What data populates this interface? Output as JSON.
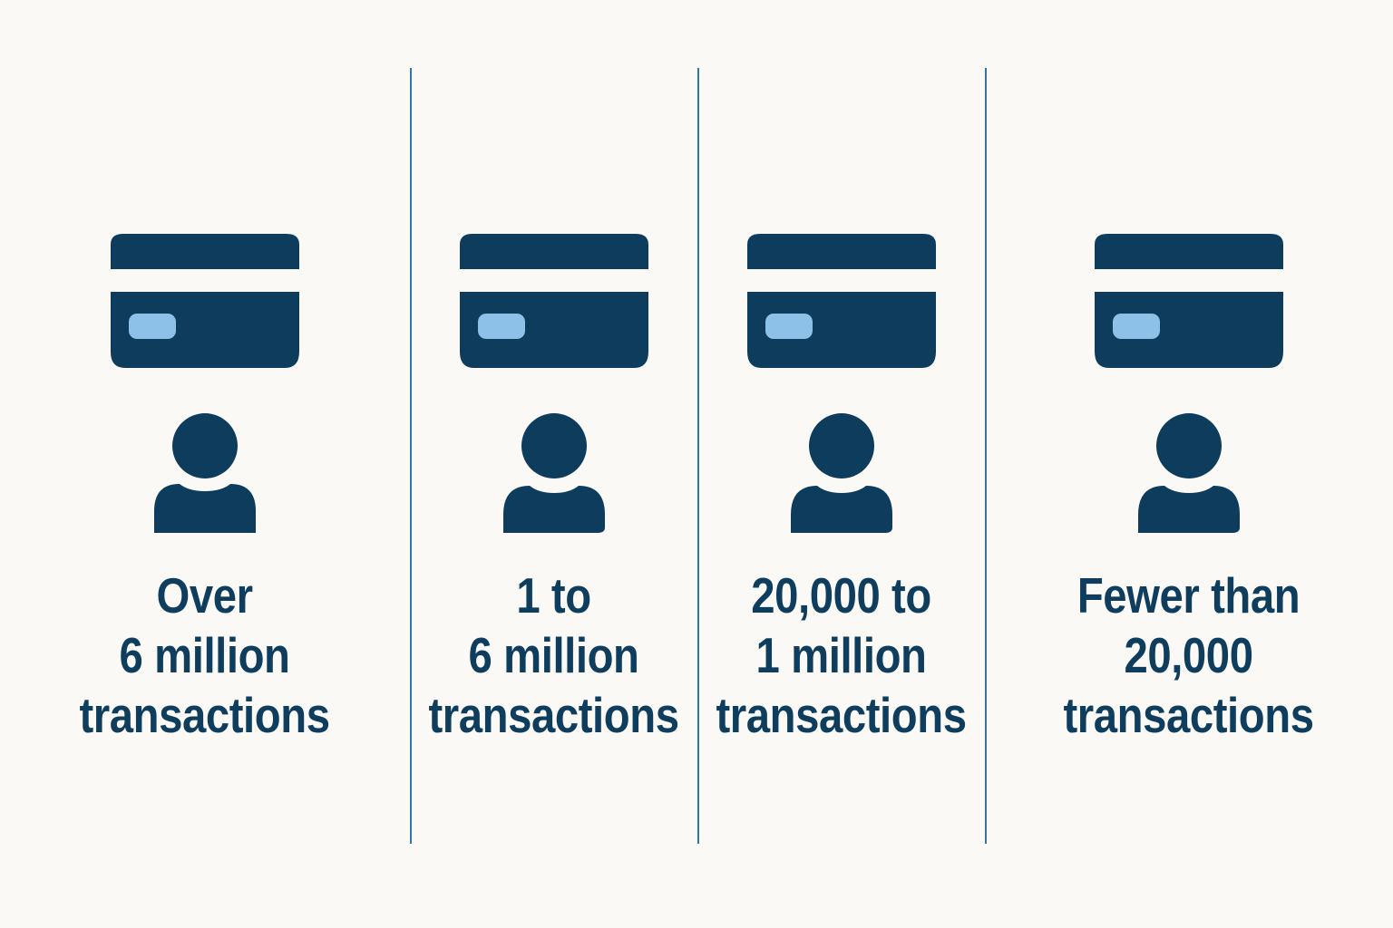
{
  "background_color": "#faf9f6",
  "theme": {
    "navy": "#0f3d5e",
    "card_body": "#0d3c5c",
    "card_chip": "#8ec1e8",
    "divider": "#2d78ab",
    "text": "#0f3d5e"
  },
  "divider_count": 3,
  "columns": [
    {
      "id": "tier-over-6-million",
      "card_icon": "credit-card-icon",
      "person_icon": "person-icon",
      "caption_lines": [
        "Over",
        "6 million",
        "transactions"
      ],
      "caption_text": "Over 6 million transactions"
    },
    {
      "id": "tier-1-to-6-million",
      "card_icon": "credit-card-icon",
      "person_icon": "person-icon",
      "caption_lines": [
        "1 to",
        "6 million",
        "transactions"
      ],
      "caption_text": "1 to 6 million transactions"
    },
    {
      "id": "tier-20000-to-1-million",
      "card_icon": "credit-card-icon",
      "person_icon": "person-icon",
      "caption_lines": [
        "20,000 to",
        "1 million",
        "transactions"
      ],
      "caption_text": "20,000 to 1 million transactions"
    },
    {
      "id": "tier-fewer-than-20000",
      "card_icon": "credit-card-icon",
      "person_icon": "person-icon",
      "caption_lines": [
        "Fewer than",
        "20,000",
        "transactions"
      ],
      "caption_text": "Fewer than 20,000 transactions"
    }
  ]
}
